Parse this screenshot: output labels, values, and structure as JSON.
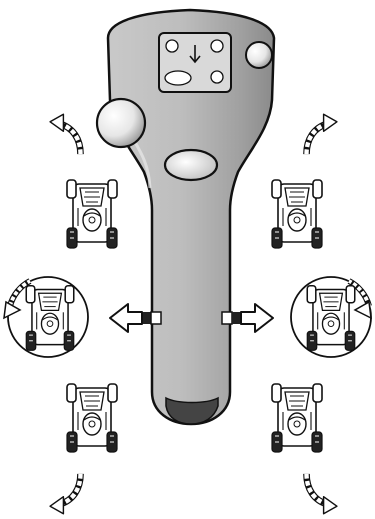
{
  "colors": {
    "outline": "#111111",
    "background": "#ffffff",
    "handle_light": "#d6d6d6",
    "handle_mid": "#a9a9a9",
    "handle_dark": "#7e7e7e",
    "panel": "#cfcfcf",
    "grip_cap": "#444444",
    "mower_body": "#ffffff",
    "mower_wheel": "#222222"
  },
  "icons": {
    "joystick": "joystick-handle-icon",
    "control_panel": "control-panel-icon",
    "panel_arrow": "arrow-down-icon",
    "side_button": "round-button-icon",
    "thumb_button": "oval-button-icon",
    "left_arrow": "arrow-left-icon",
    "right_arrow": "arrow-right-icon",
    "mower": "lawn-mower-icon",
    "turn_arrow": "curved-arrow-icon",
    "rotate_arrow": "rotation-arrow-icon"
  },
  "diagram": {
    "mower_groups": [
      {
        "id": "forward-left",
        "motion": "forward-turn-left"
      },
      {
        "id": "forward-right",
        "motion": "forward-turn-right"
      },
      {
        "id": "spin-left",
        "motion": "spin-counterclockwise"
      },
      {
        "id": "spin-right",
        "motion": "spin-clockwise"
      },
      {
        "id": "reverse-left",
        "motion": "reverse-turn-left"
      },
      {
        "id": "reverse-right",
        "motion": "reverse-turn-right"
      }
    ]
  }
}
